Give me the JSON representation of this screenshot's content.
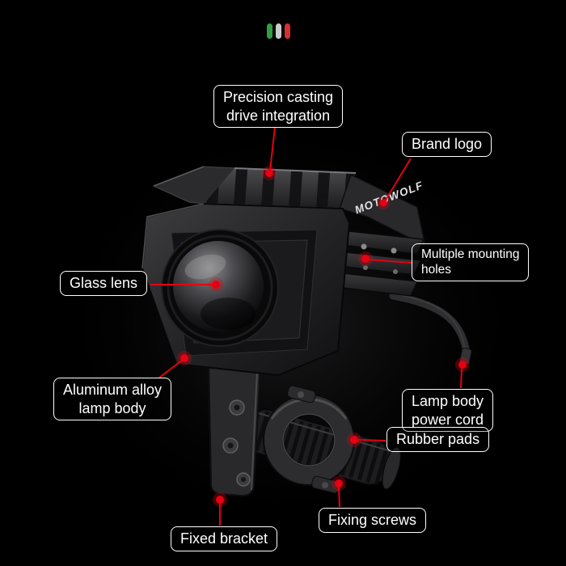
{
  "scene": {
    "background": "#000000",
    "accent_red": "#e60012",
    "label_border": "#ffffff",
    "label_text": "#ffffff"
  },
  "flag_accent": {
    "bars": [
      "#2f9e44",
      "#c9cdcc",
      "#d33030"
    ]
  },
  "product": {
    "brand": "MOTOWOLF",
    "body_color": "#232325",
    "lens_color": "#0a0a0b"
  },
  "callouts": [
    {
      "id": "precision-casting",
      "label": "Precision casting\ndrive integration"
    },
    {
      "id": "brand-logo",
      "label": "Brand logo"
    },
    {
      "id": "multiple-mounting-holes",
      "label": "Multiple mounting\nholes"
    },
    {
      "id": "glass-lens",
      "label": "Glass lens"
    },
    {
      "id": "aluminum-alloy-lamp-body",
      "label": "Aluminum alloy\nlamp body"
    },
    {
      "id": "lamp-body-power-cord",
      "label": "Lamp body\npower cord"
    },
    {
      "id": "rubber-pads",
      "label": "Rubber pads"
    },
    {
      "id": "fixing-screws",
      "label": "Fixing screws"
    },
    {
      "id": "fixed-bracket",
      "label": "Fixed bracket"
    }
  ]
}
